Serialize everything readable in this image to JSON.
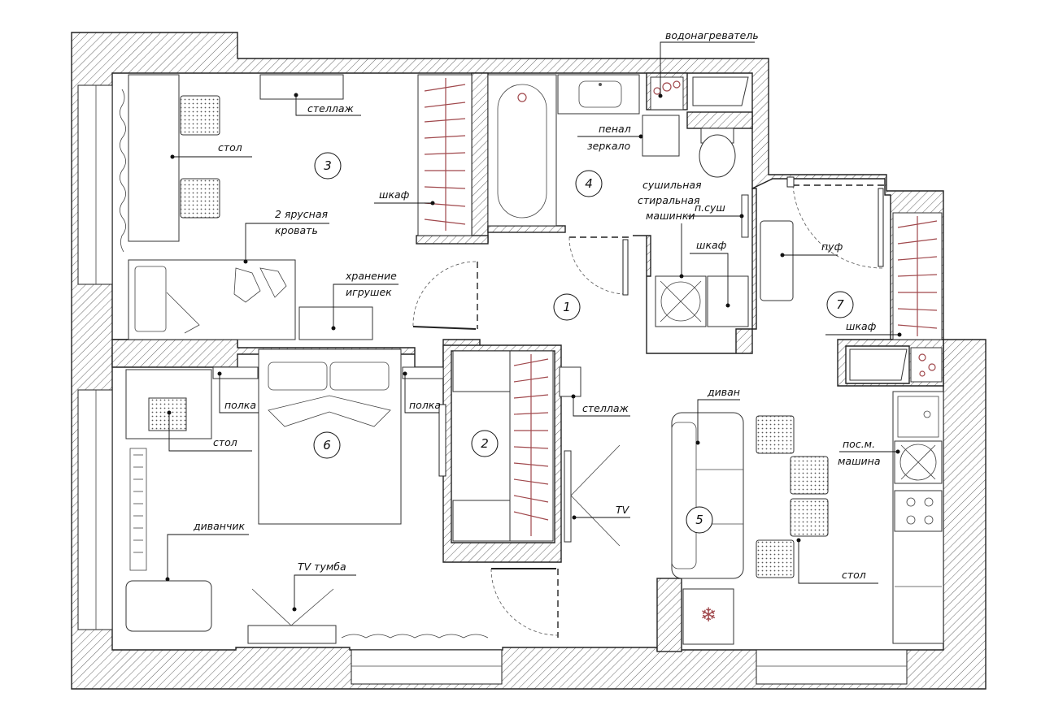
{
  "rooms": [
    {
      "id": "1",
      "label": "1"
    },
    {
      "id": "2",
      "label": "2"
    },
    {
      "id": "3",
      "label": "3"
    },
    {
      "id": "4",
      "label": "4"
    },
    {
      "id": "5",
      "label": "5"
    },
    {
      "id": "6",
      "label": "6"
    },
    {
      "id": "7",
      "label": "7"
    }
  ],
  "labels": {
    "water_heater": "водонагреватель",
    "shelving_3": "стеллаж",
    "desk_3": "стол",
    "wardrobe_3": "шкаф",
    "bunk_bed_line1": "2 ярусная",
    "bunk_bed_line2": "кровать",
    "toy_storage_line1": "хранение",
    "toy_storage_line2": "игрушек",
    "pencil_case": "пенал",
    "mirror": "зеркало",
    "dryer_line1": "сушильная",
    "dryer_line2": "стиральная",
    "dryer_line3": "машинки",
    "towel_dryer": "п.суш",
    "wardrobe_4": "шкаф",
    "pouf": "пуф",
    "wardrobe_7": "шкаф",
    "shelf_left": "полка",
    "shelf_right": "полка",
    "desk_6": "стол",
    "shelving_2": "стеллаж",
    "sofa": "диван",
    "dishwasher_line1": "пос.м.",
    "dishwasher_line2": "машина",
    "tv": "TV",
    "small_sofa": "диванчик",
    "tv_stand": "TV тумба",
    "dining_table": "стол"
  }
}
